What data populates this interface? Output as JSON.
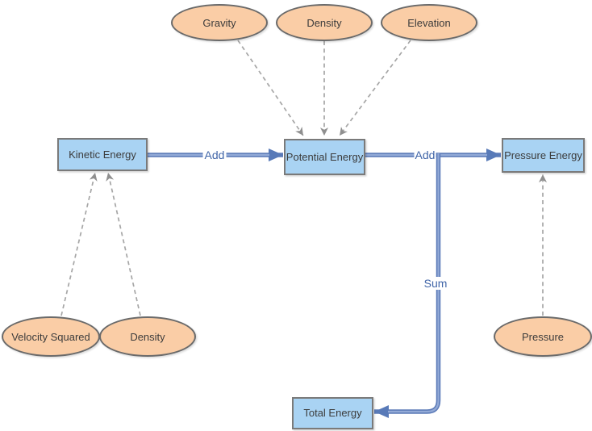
{
  "process_nodes": {
    "kinetic": "Kinetic Energy",
    "potential": "Potential Energy",
    "pressure": "Pressure Energy",
    "total": "Total Energy"
  },
  "input_nodes": {
    "gravity": "Gravity",
    "density_top": "Density",
    "elevation": "Elevation",
    "velocity_squared": "Velocity Squared",
    "density_bottom": "Density",
    "pressure": "Pressure"
  },
  "edge_labels": {
    "add_1": "Add",
    "add_2": "Add",
    "sum": "Sum"
  },
  "connections": [
    {
      "from": "Velocity Squared",
      "to": "Kinetic Energy",
      "style": "dashed-arrow"
    },
    {
      "from": "Density (bottom)",
      "to": "Kinetic Energy",
      "style": "dashed-arrow"
    },
    {
      "from": "Gravity",
      "to": "Potential Energy",
      "style": "dashed-arrow"
    },
    {
      "from": "Density (top)",
      "to": "Potential Energy",
      "style": "dashed-arrow"
    },
    {
      "from": "Elevation",
      "to": "Potential Energy",
      "style": "dashed-arrow"
    },
    {
      "from": "Pressure",
      "to": "Pressure Energy",
      "style": "dashed-arrow"
    },
    {
      "from": "Kinetic Energy",
      "to": "Potential Energy",
      "label": "Add",
      "style": "solid-arrow"
    },
    {
      "from": "Potential Energy",
      "to": "Pressure Energy",
      "label": "Add",
      "style": "solid-arrow"
    },
    {
      "from": "Add edge (Potential Energy → Pressure Energy)",
      "to": "Total Energy",
      "label": "Sum",
      "style": "solid-arrow"
    }
  ],
  "colors": {
    "background": "#ffffff",
    "process_fill": "#a9d3f3",
    "process_border": "#7a7a7a",
    "input_fill": "#facda6",
    "input_border": "#6a6a6a",
    "arrow_blue": "#5d7cb9",
    "arrow_blue_highlight": "#93aad7",
    "edge_label_text": "#4065a8",
    "dashed_connector": "#a6a6a6",
    "node_text": "#3c3c3c"
  }
}
